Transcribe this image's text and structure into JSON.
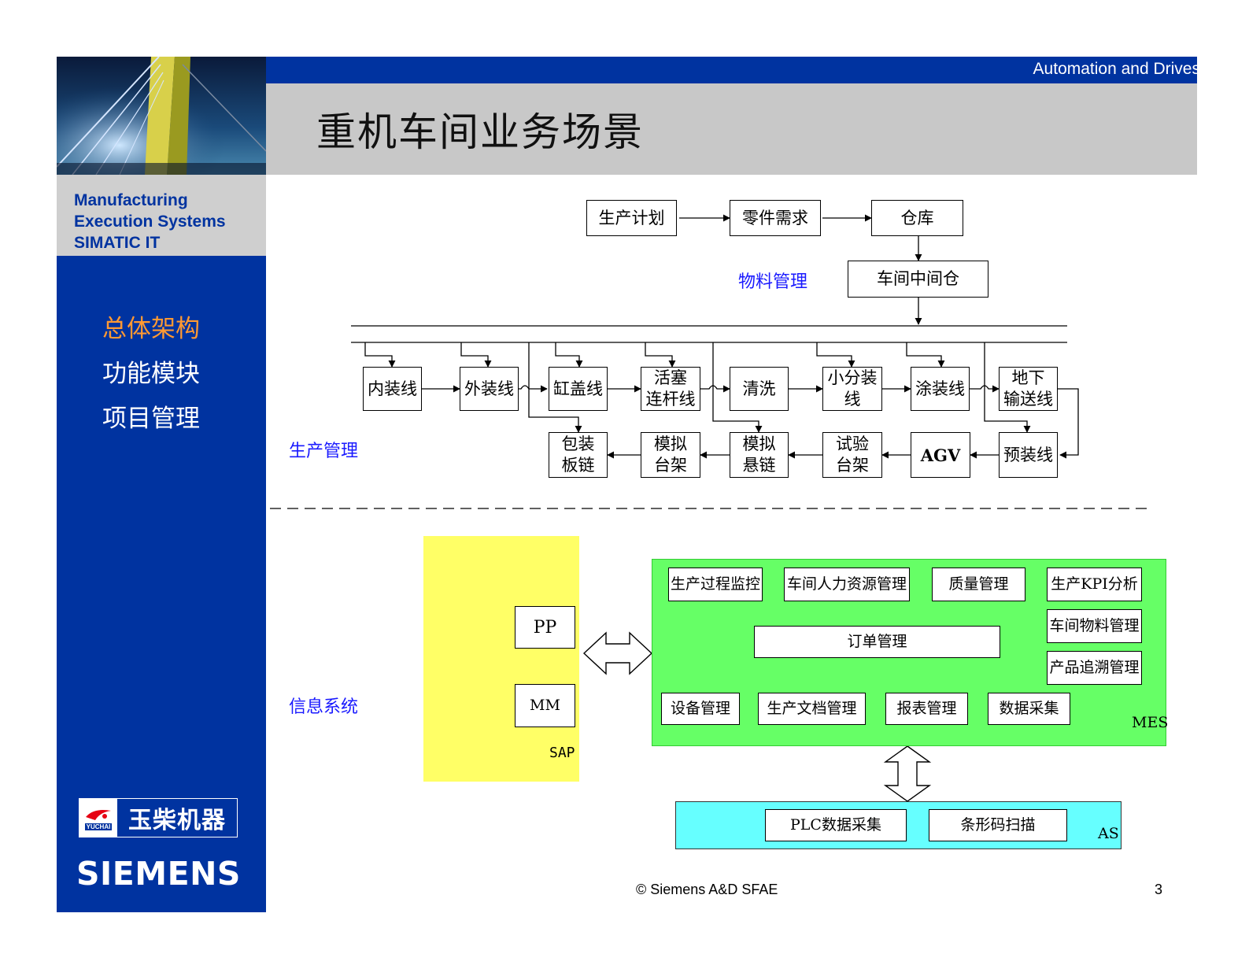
{
  "header": {
    "division": "Automation and Drives",
    "title": "重机车间业务场景"
  },
  "sidebar": {
    "system_label_lines": [
      "Manufacturing",
      "Execution Systems",
      "SIMATIC IT"
    ],
    "nav": [
      {
        "label": "总体架构",
        "active": true
      },
      {
        "label": "功能模块",
        "active": false
      },
      {
        "label": "项目管理",
        "active": false
      }
    ],
    "partner_logo_text": "玉柴机器",
    "partner_logo_sub": "YUCHAI",
    "brand": "SIEMENS"
  },
  "diagram": {
    "material": {
      "label": "物料管理",
      "nodes": [
        "生产计划",
        "零件需求",
        "仓库",
        "车间中间仓"
      ]
    },
    "production": {
      "label": "生产管理",
      "row1": [
        "内装线",
        "外装线",
        "缸盖线",
        "活塞\n连杆线",
        "清洗",
        "小分装\n线",
        "涂装线",
        "地下\n输送线"
      ],
      "row2": [
        "包装\n板链",
        "模拟\n台架",
        "模拟\n悬链",
        "试验\n台架",
        "AGV",
        "预装线"
      ]
    },
    "info": {
      "label": "信息系统",
      "sap": {
        "tag": "SAP",
        "modules": [
          "PP",
          "MM"
        ]
      },
      "mes": {
        "tag": "MES",
        "top": [
          "生产过程监控",
          "车间人力资源管理",
          "质量管理",
          "生产KPI分析"
        ],
        "center": "订单管理",
        "right": [
          "车间物料管理",
          "产品追溯管理"
        ],
        "bottom": [
          "设备管理",
          "生产文档管理",
          "报表管理",
          "数据采集"
        ]
      },
      "as": {
        "tag": "AS",
        "modules": [
          "PLC数据采集",
          "条形码扫描"
        ]
      }
    }
  },
  "footer": {
    "copyright": "© Siemens A&D SFAE",
    "page": "3"
  },
  "colors": {
    "siemens_blue": "#0033a0",
    "active_nav": "#ff9933",
    "section_label": "#1a1aff",
    "sap_panel": "#ffff66",
    "mes_panel": "#66ff66",
    "as_panel": "#66ffff"
  }
}
